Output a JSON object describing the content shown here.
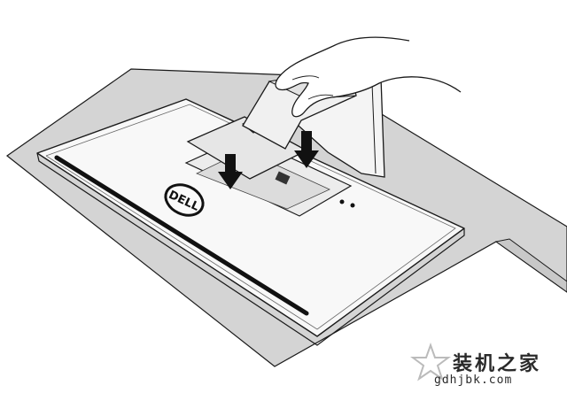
{
  "illustration": {
    "logo_text": "DELL",
    "step_arrows": 2
  },
  "watermark": {
    "chinese": "装机之家",
    "url": "gdhjbk.com"
  },
  "colors": {
    "line": "#1a1a1a",
    "mat": "#d4d4d4",
    "monitor": "#f8f8f8",
    "panel": "#e6e6e6",
    "watermark": "#2a2a2a"
  }
}
